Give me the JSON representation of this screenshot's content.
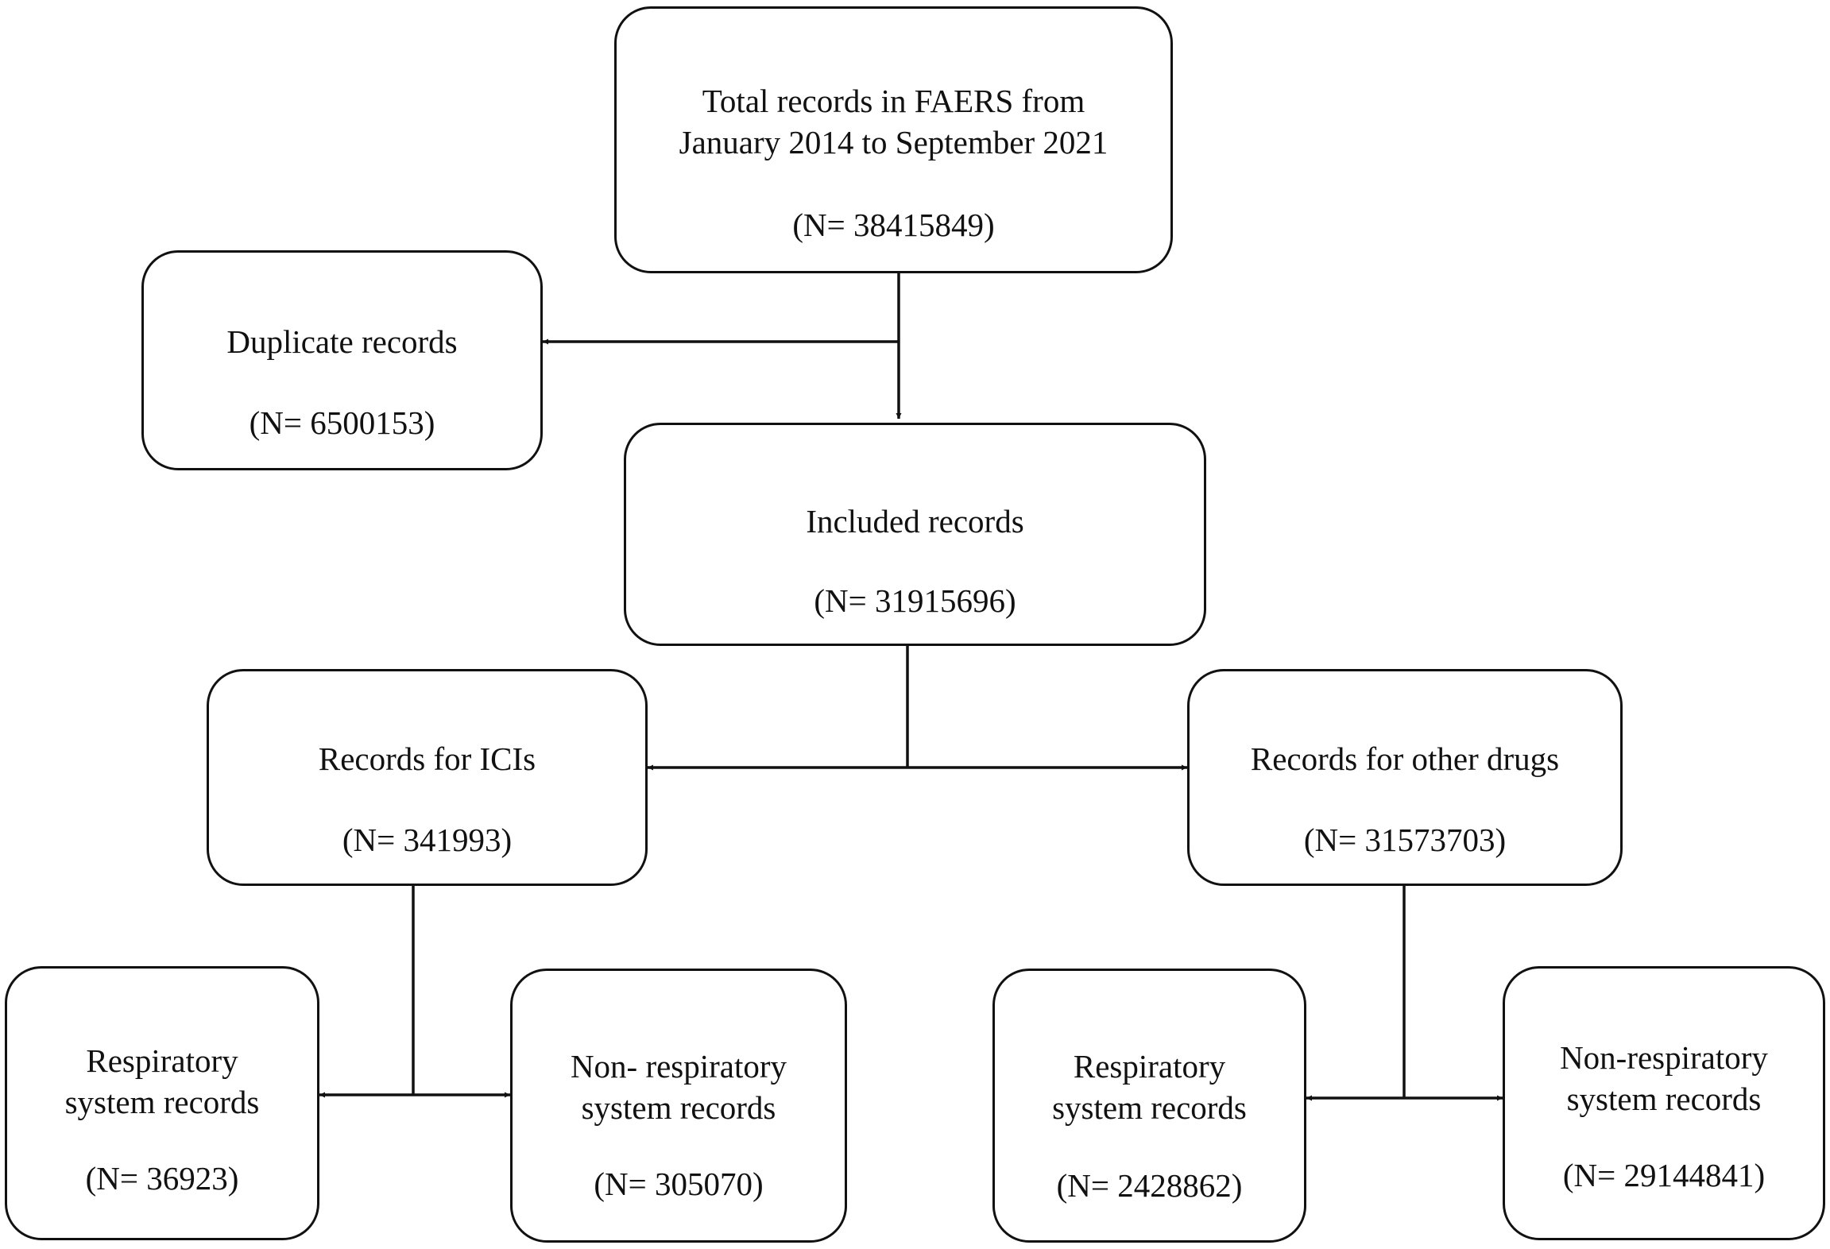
{
  "nodes": {
    "total": {
      "lines": [
        "Total records in FAERS from",
        "January 2014 to September 2021"
      ],
      "count": "(N= 38415849)"
    },
    "duplicate": {
      "lines": [
        "Duplicate records"
      ],
      "count": "(N= 6500153)"
    },
    "included": {
      "lines": [
        "Included records"
      ],
      "count": "(N= 31915696)"
    },
    "icis": {
      "lines": [
        "Records for ICIs"
      ],
      "count": "(N= 341993)"
    },
    "other": {
      "lines": [
        "Records for other drugs"
      ],
      "count": "(N= 31573703)"
    },
    "ici_resp": {
      "lines": [
        "Respiratory",
        "system records"
      ],
      "count": "(N= 36923)"
    },
    "ici_nonresp": {
      "lines": [
        "Non- respiratory",
        "system records"
      ],
      "count": "(N= 305070)"
    },
    "other_resp": {
      "lines": [
        "Respiratory",
        "system records"
      ],
      "count": "(N= 2428862)"
    },
    "other_nonresp": {
      "lines": [
        "Non-respiratory",
        "system records"
      ],
      "count": "(N= 29144841)"
    }
  },
  "colors": {
    "stroke": "#111111",
    "background": "#ffffff"
  }
}
